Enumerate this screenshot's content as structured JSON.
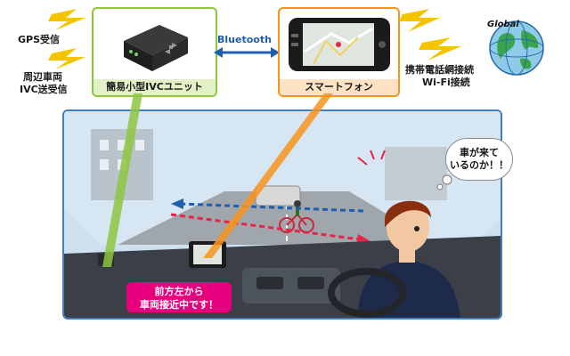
{
  "left_labels": {
    "gps": "GPS受信",
    "ivc_line1": "周辺車両",
    "ivc_line2": "IVC送受信"
  },
  "device_box": {
    "caption": "簡易小型IVCユニット"
  },
  "link": {
    "label": "Bluetooth"
  },
  "phone_box": {
    "caption": "スマートフォン"
  },
  "network": {
    "line1": "携帯電話網接続",
    "line2": "Wi-Fi接続",
    "globe_label": "Global"
  },
  "thought": {
    "line1": "車が来て",
    "line2": "いるのか！！"
  },
  "warning": {
    "line1": "前方左から",
    "line2": "車両接近中です！"
  },
  "colors": {
    "green": "#8dc63f",
    "orange": "#f7941d",
    "blue_border": "#3f7fc2",
    "arrow_blue": "#1f5fae",
    "arrow_red": "#e8234a",
    "warning_pink": "#e6007e",
    "lightning": "#f5c400"
  }
}
